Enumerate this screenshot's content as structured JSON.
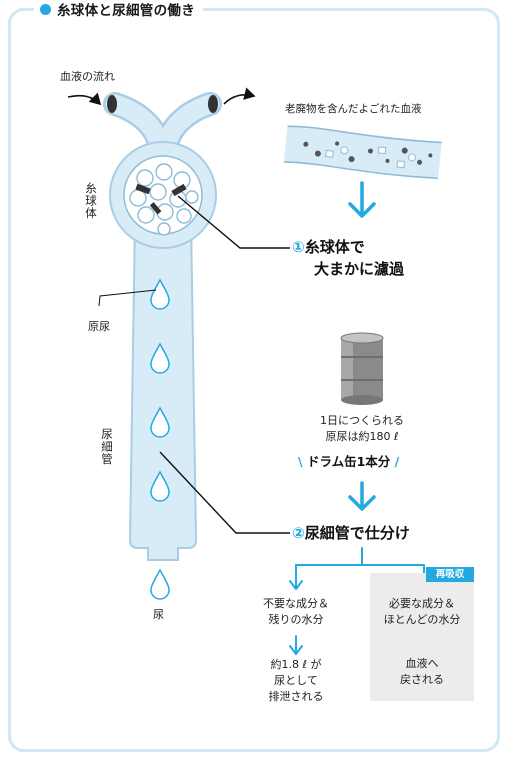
{
  "title": "糸球体と尿細管の働き",
  "labels": {
    "blood_flow": "血液の流れ",
    "dirty_blood": "老廃物を含んだよごれた血液",
    "glomerulus": "糸球体",
    "primary_urine": "原尿",
    "tubule": "尿細管",
    "urine": "尿"
  },
  "step1": {
    "num": "①",
    "line1": "糸球体で",
    "line2": "大まかに濾過"
  },
  "drum": {
    "line1": "1日につくられる",
    "line2": "原尿は約180 ℓ",
    "highlight": "ドラム缶1本分",
    "slash_left": "\\",
    "slash_right": "/"
  },
  "step2": {
    "num": "②",
    "text": "尿細管で仕分け"
  },
  "left_branch": {
    "line1": "不要な成分＆",
    "line2": "残りの水分",
    "r1": "約1.8 ℓ が",
    "r2": "尿として",
    "r3": "排泄される"
  },
  "right_branch": {
    "badge": "再吸収",
    "line1": "必要な成分＆",
    "line2": "ほとんどの水分",
    "r1": "血液へ",
    "r2": "戻される"
  },
  "colors": {
    "accent": "#23a8e0",
    "tube": "#d8ecf7",
    "tube_edge": "#a9cde4",
    "gray_box": "#ececec"
  }
}
